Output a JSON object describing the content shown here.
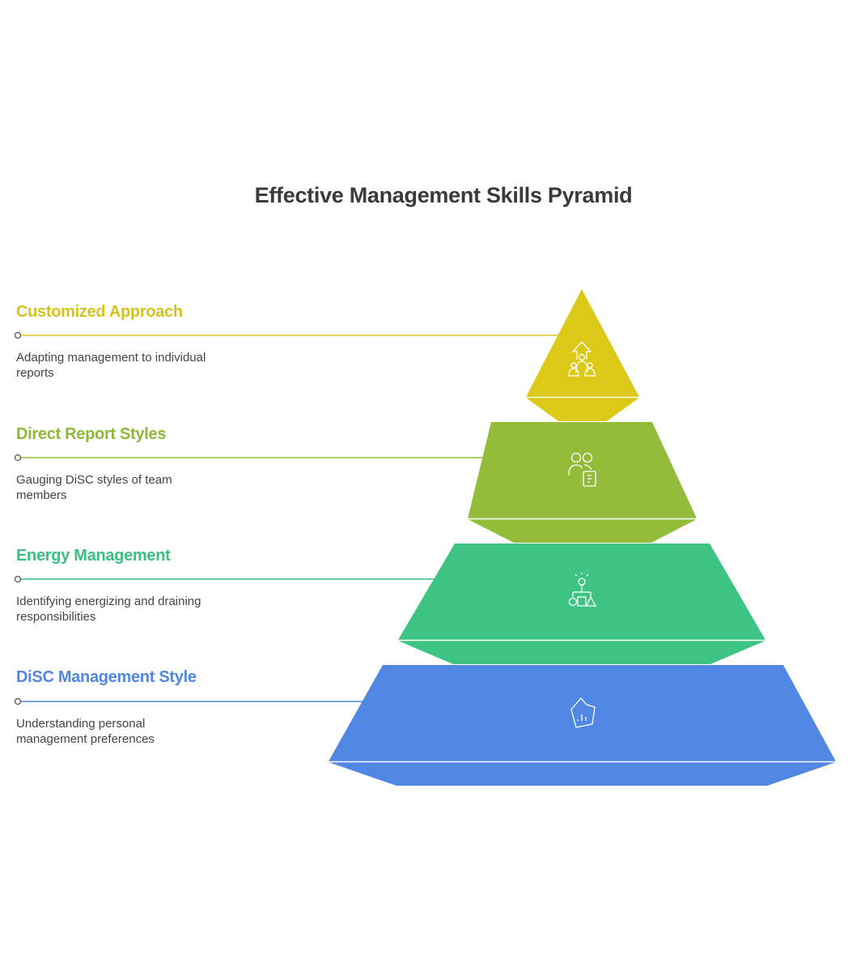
{
  "title": "Effective Management Skills Pyramid",
  "tiers": [
    {
      "label": "Customized Approach",
      "description": "Adapting management to individual reports",
      "color": "#DCC817",
      "icon": "team-growth-arrow-icon"
    },
    {
      "label": "Direct Report Styles",
      "description": "Gauging DiSC styles of team members",
      "color": "#93BC3A",
      "icon": "people-document-icon"
    },
    {
      "label": "Energy Management",
      "description": "Identifying energizing and draining responsibilities",
      "color": "#3DC482",
      "icon": "idea-shapes-icon"
    },
    {
      "label": "DiSC Management Style",
      "description": "Understanding personal management preferences",
      "color": "#4F87E3",
      "icon": "chart-pentagon-icon"
    }
  ]
}
